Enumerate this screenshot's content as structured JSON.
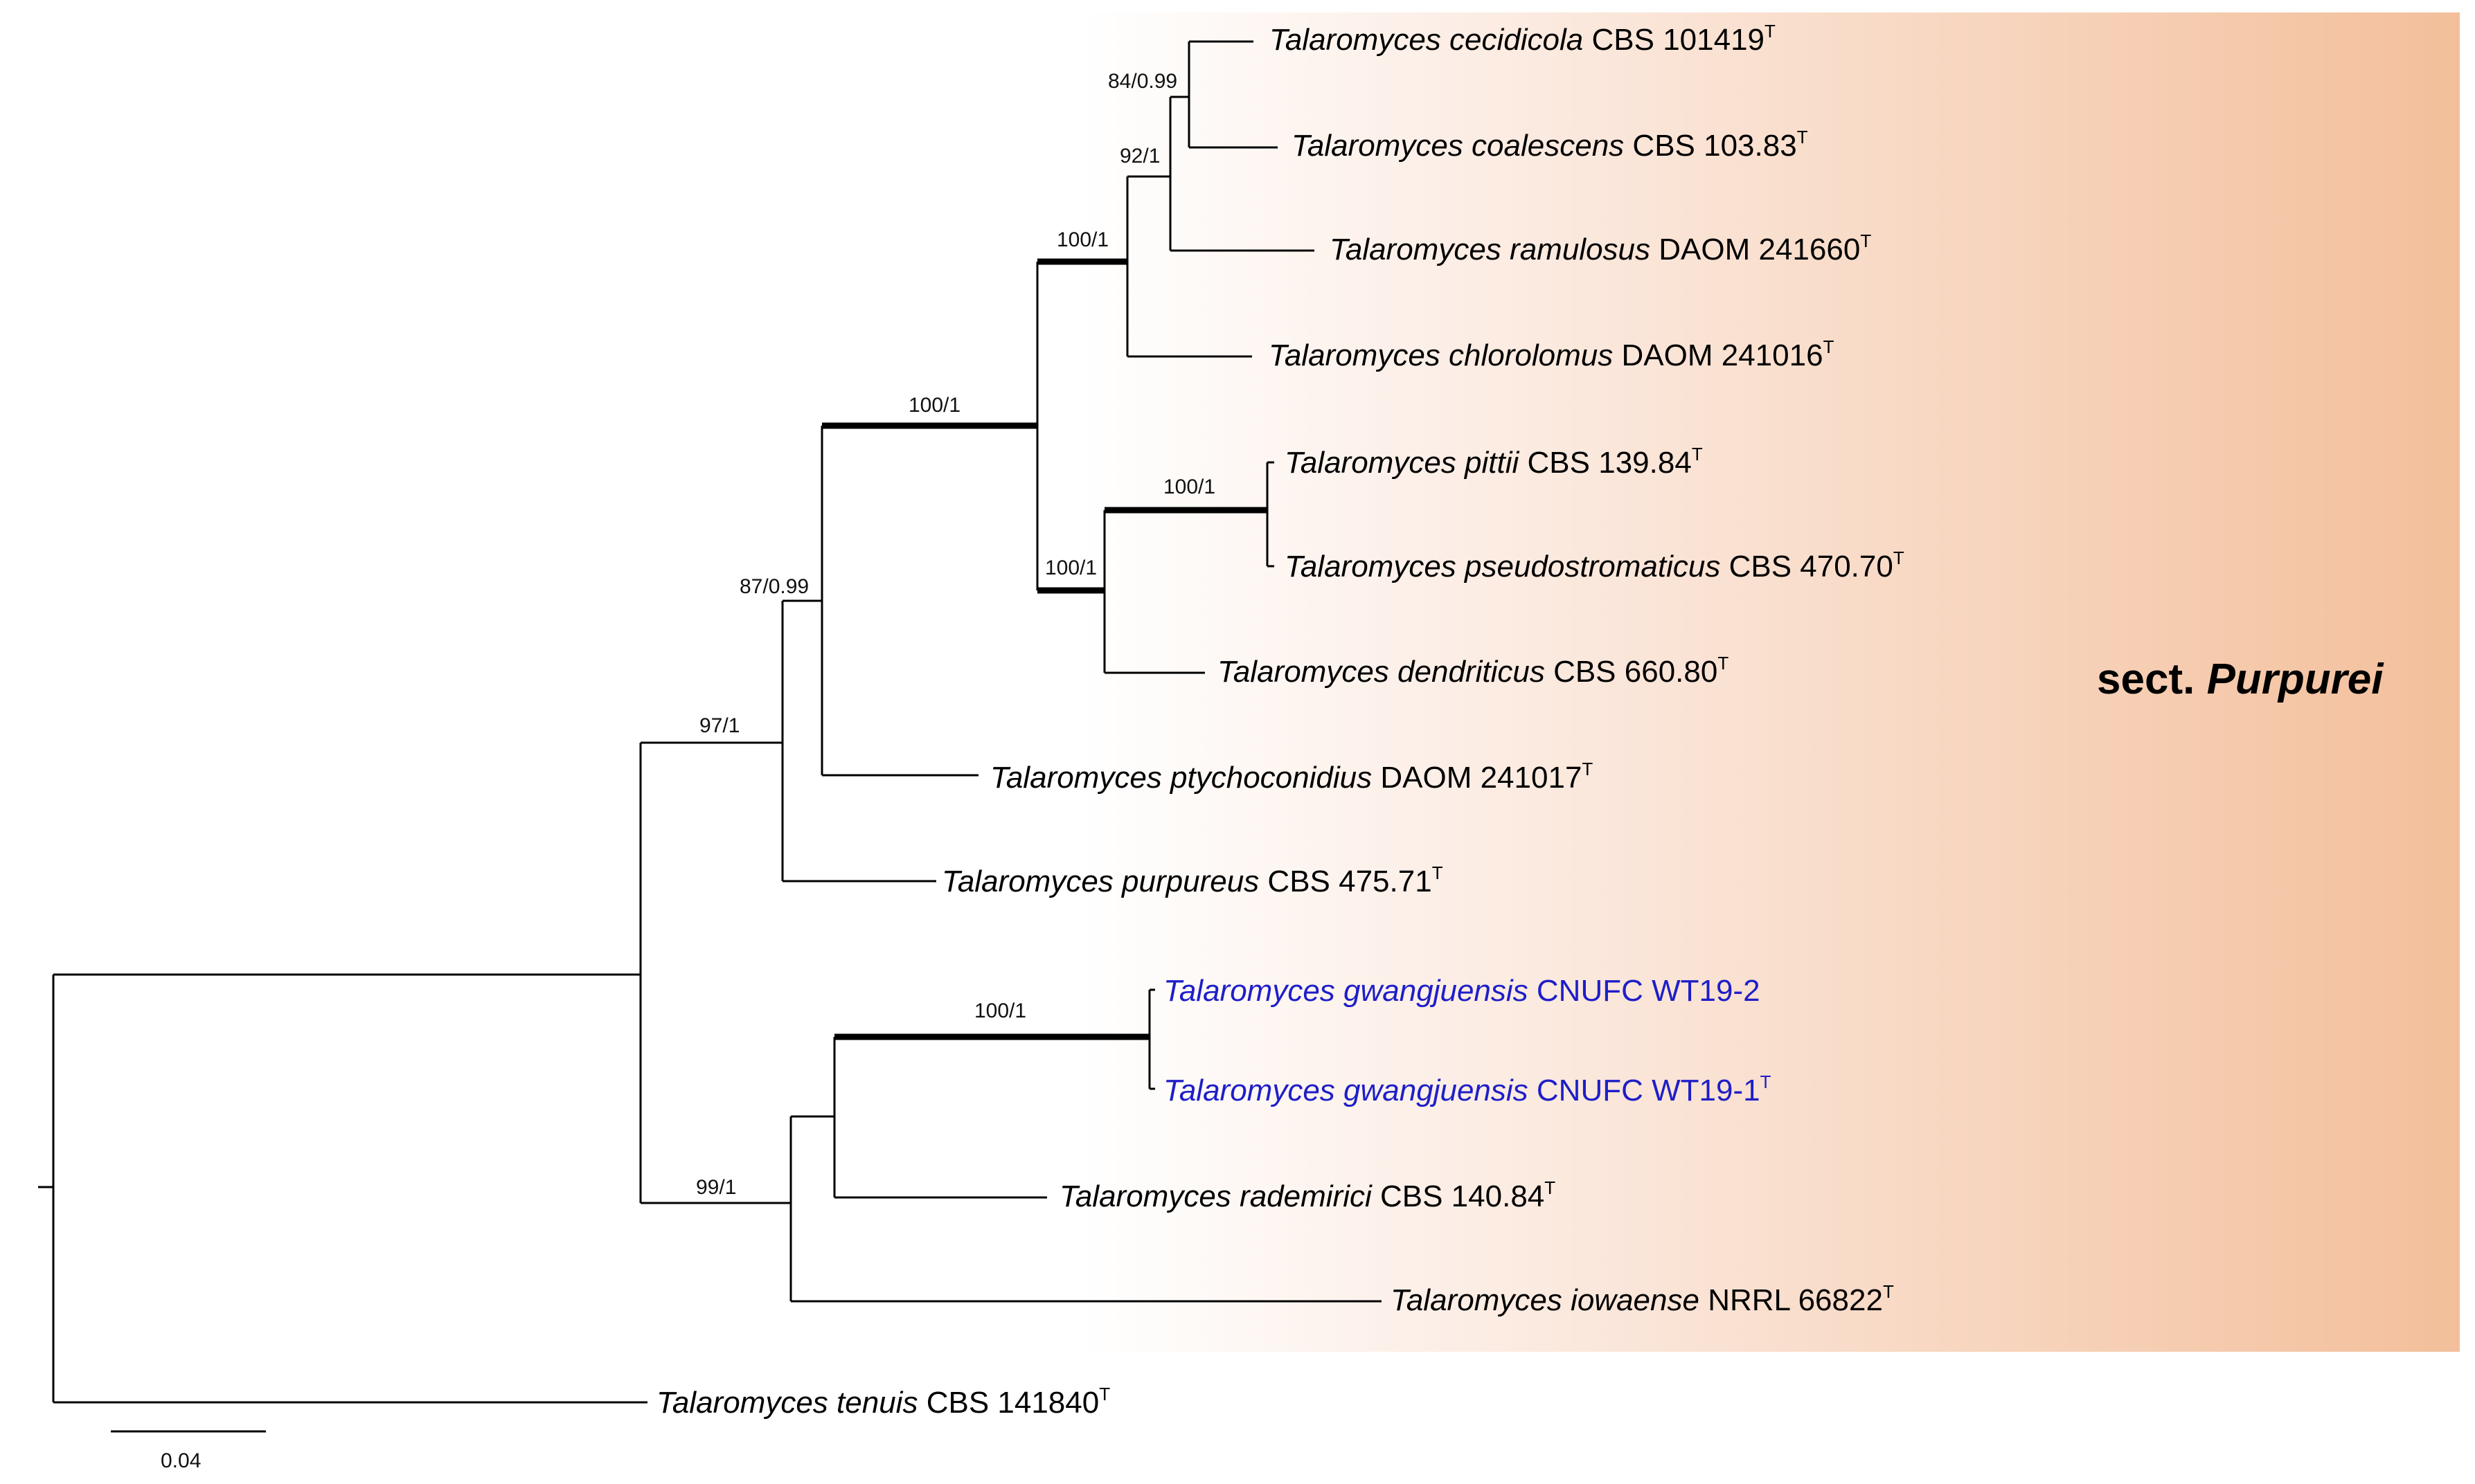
{
  "colors": {
    "highlight_start": "#ffffff",
    "highlight_end": "#f3bf9b",
    "branch": "#000000",
    "taxon_default": "#000000",
    "taxon_new": "#1e1ec8"
  },
  "section_label": {
    "prefix": "sect.",
    "name": "Purpurei"
  },
  "scale_bar": {
    "label": "0.04"
  },
  "taxa": [
    {
      "genus": "Talaromyces",
      "species": "cecidicola",
      "strain": "CBS 101419",
      "sup": "T",
      "new": false
    },
    {
      "genus": "Talaromyces",
      "species": "coalescens",
      "strain": "CBS 103.83",
      "sup": "T",
      "new": false
    },
    {
      "genus": "Talaromyces",
      "species": "ramulosus",
      "strain": "DAOM 241660",
      "sup": "T",
      "new": false
    },
    {
      "genus": "Talaromyces",
      "species": "chlorolomus",
      "strain": "DAOM 241016",
      "sup": "T",
      "new": false
    },
    {
      "genus": "Talaromyces",
      "species": "pittii",
      "strain": "CBS 139.84",
      "sup": "T",
      "new": false
    },
    {
      "genus": "Talaromyces",
      "species": "pseudostromaticus",
      "strain": "CBS 470.70",
      "sup": "T",
      "new": false
    },
    {
      "genus": "Talaromyces",
      "species": "dendriticus",
      "strain": "CBS 660.80",
      "sup": "T",
      "new": false
    },
    {
      "genus": "Talaromyces",
      "species": "ptychoconidius",
      "strain": "DAOM 241017",
      "sup": "T",
      "new": false
    },
    {
      "genus": "Talaromyces",
      "species": "purpureus",
      "strain": "CBS 475.71",
      "sup": "T",
      "new": false
    },
    {
      "genus": "Talaromyces",
      "species": "gwangjuensis",
      "strain": "CNUFC WT19-2",
      "sup": "",
      "new": true
    },
    {
      "genus": "Talaromyces",
      "species": "gwangjuensis",
      "strain": "CNUFC WT19-1",
      "sup": "T",
      "new": true
    },
    {
      "genus": "Talaromyces",
      "species": "rademirici",
      "strain": "CBS 140.84",
      "sup": "T",
      "new": false
    },
    {
      "genus": "Talaromyces",
      "species": "iowaense",
      "strain": "NRRL 66822",
      "sup": "T",
      "new": false
    },
    {
      "genus": "Talaromyces",
      "species": "tenuis",
      "strain": "CBS 141840",
      "sup": "T",
      "new": false
    }
  ],
  "supports": [
    {
      "id": "cecidicola-coalescens",
      "label": "84/0.99"
    },
    {
      "id": "plus-ramulosus",
      "label": "92/1"
    },
    {
      "id": "plus-chlorolomus",
      "label": "100/1"
    },
    {
      "id": "pittii-pseudostromaticus",
      "label": "100/1"
    },
    {
      "id": "plus-dendriticus",
      "label": "100/1"
    },
    {
      "id": "big-clade",
      "label": "100/1"
    },
    {
      "id": "plus-ptychoconidius",
      "label": "87/0.99"
    },
    {
      "id": "plus-purpureus",
      "label": "97/1"
    },
    {
      "id": "gwangjuensis",
      "label": "100/1"
    },
    {
      "id": "plus-iowaense",
      "label": "99/1"
    }
  ]
}
